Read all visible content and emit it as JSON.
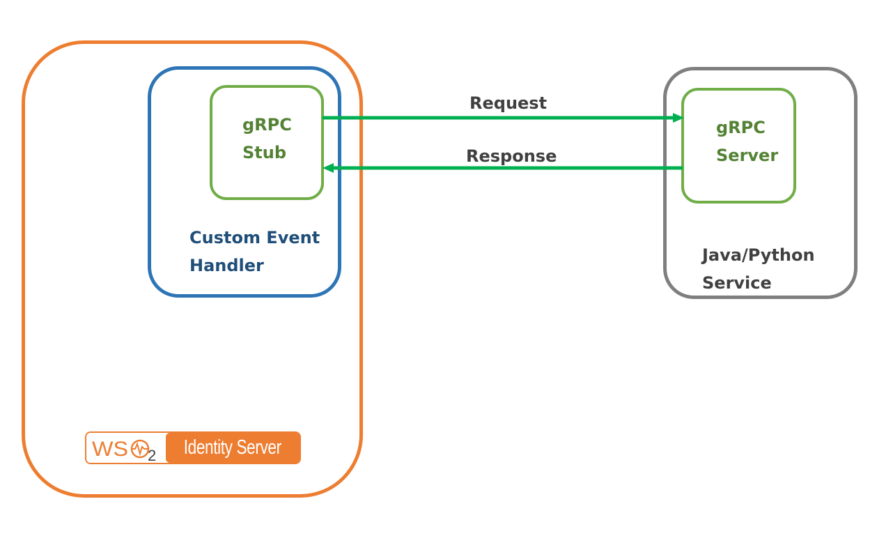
{
  "stub": {
    "label": "gRPC\nStub"
  },
  "handler": {
    "label": "Custom Event\nHandler"
  },
  "server": {
    "label": "gRPC\nServer"
  },
  "service": {
    "label": "Java/Python\nService"
  },
  "request": {
    "label": "Request"
  },
  "response": {
    "label": "Response"
  },
  "logo": {
    "mark": "WSO2",
    "text": "Identity Server"
  },
  "colors": {
    "wso2_orange": "#ED7D31",
    "handler_blue": "#2E75B6",
    "handler_text": "#1F4E79",
    "grpc_green": "#70AD47",
    "grpc_text": "#548235",
    "service_gray": "#7F7F7F",
    "arrow_green": "#00B050",
    "label_dark": "#404040"
  }
}
